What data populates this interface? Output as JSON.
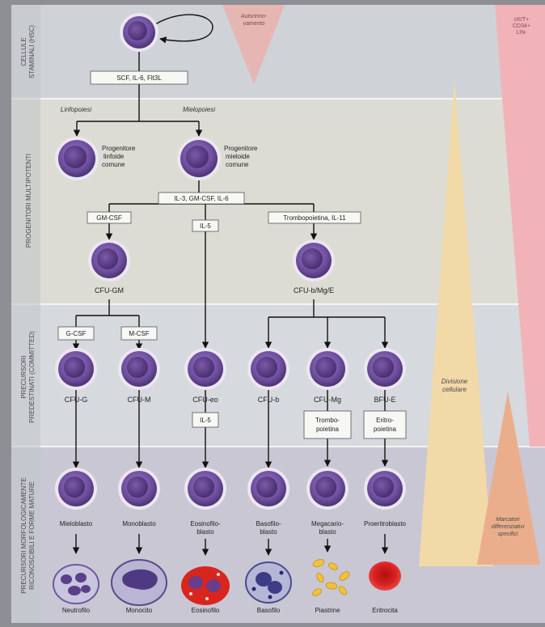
{
  "bands": [
    {
      "id": "stem",
      "label_lines": [
        "CELLULE",
        "STAMINALI (HSC)"
      ]
    },
    {
      "id": "multi",
      "label_lines": [
        "PROGENITORI MULTIPOTENTI"
      ]
    },
    {
      "id": "committed",
      "label_lines": [
        "PRECURSORI",
        "PREDESTINATI (COMMITTED)"
      ]
    },
    {
      "id": "mature",
      "label_lines": [
        "PRECURSORI MORFOLOGICAMENTE",
        "RICONOSCIBILI E FORME MATURE"
      ]
    }
  ],
  "side_labels": {
    "self_renewal": [
      "Autorinno-",
      "vamento"
    ],
    "cell_division": [
      "Divisione",
      "cellulare"
    ],
    "markers": [
      "Marcatori",
      "differenziativi",
      "specifici"
    ],
    "surface_markers": [
      "cKIT+",
      "CD34+",
      "LIN-"
    ]
  },
  "factors": {
    "stem": "SCF, IL-6, Flt3L",
    "myelo": "IL-3, GM-CSF, IL-6",
    "gmcsf": "GM-CSF",
    "il5": "IL-5",
    "tpo_il11": "Trombopoietina, IL-11",
    "gcsf": "G-CSF",
    "mcsf": "M-CSF",
    "il5_eo": "IL-5",
    "tpo": [
      "Trombo-",
      "poietina"
    ],
    "epo": [
      "Eritro-",
      "poietina"
    ]
  },
  "pathways": {
    "lymph": "Linfopoiesi",
    "myelo": "Mielopoiesi"
  },
  "cells": {
    "lymphoid_prog": [
      "Progenitore",
      "linfoide",
      "comune"
    ],
    "myeloid_prog": [
      "Progenitore",
      "mieloide",
      "comune"
    ],
    "cfu_gm": "CFU-GM",
    "cfu_bmge": "CFU-b/Mg/E",
    "committed": [
      "CFU-G",
      "CFU-M",
      "CFU-eo",
      "CFU-b",
      "CFU-Mg",
      "BFU-E"
    ],
    "precursors": [
      [
        "Mieloblasto"
      ],
      [
        "Monoblasto"
      ],
      [
        "Eosinofilo-",
        "blasto"
      ],
      [
        "Basofilo-",
        "blasto"
      ],
      [
        "Megacario-",
        "blasto"
      ],
      [
        "Proeritroblasto"
      ]
    ],
    "mature": [
      "Neutrofilo",
      "Monocito",
      "Eosinofilo",
      "Basofilo",
      "Piastrine",
      "Eritrocita"
    ]
  },
  "colors": {
    "band_stem": "#cfd2d6",
    "band_multi": "#dcdcd4",
    "band_committed": "#d6d9de",
    "band_mature": "#c9c7d3",
    "cell": "#6d4e9e",
    "division_triangle": "#f2d9a8",
    "marker_triangle": "#ebae8c",
    "pink_band": "#f2b3b8",
    "red_cell": "#d72020",
    "platelet": "#f1c23a"
  }
}
